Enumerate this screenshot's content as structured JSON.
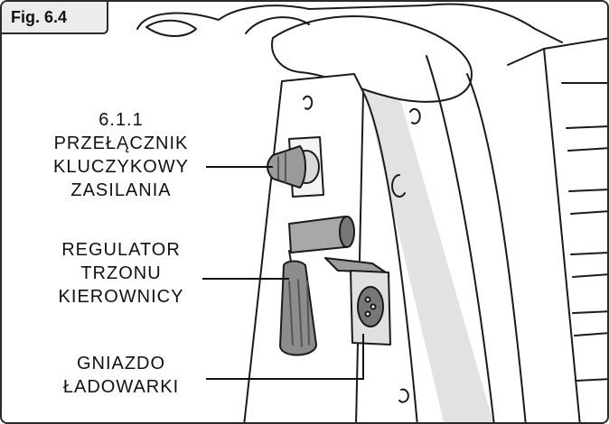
{
  "figure": {
    "tag": "Fig. 6.4"
  },
  "callouts": [
    {
      "id": "power-key-switch",
      "lines": [
        "6.1.1",
        "PRZEŁĄCZNIK",
        "KLUCZYKOWY",
        "ZASILANIA"
      ]
    },
    {
      "id": "steering-column-adjuster",
      "lines": [
        "REGULATOR",
        "TRZONU",
        "KIEROWNICY"
      ]
    },
    {
      "id": "charger-socket",
      "lines": [
        "GNIAZDO",
        "ŁADOWARKI"
      ]
    }
  ]
}
